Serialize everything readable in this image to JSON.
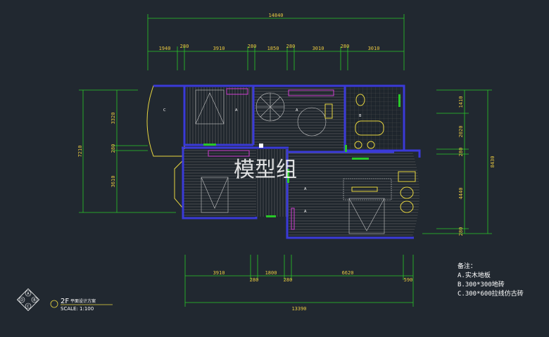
{
  "dimensions": {
    "top_total": "14840",
    "top_segments": [
      "1940",
      "280",
      "3910",
      "280",
      "1850",
      "280",
      "3010",
      "280",
      "3010"
    ],
    "left_total": "7210",
    "left_segments": [
      "3320",
      "280",
      "3610"
    ],
    "right_total": "8430",
    "right_segments": [
      "1410",
      "2020",
      "280",
      "4440",
      "280"
    ],
    "bottom_total": "13390",
    "bottom_segments": [
      "3910",
      "280",
      "1800",
      "280",
      "6620",
      "590"
    ]
  },
  "room_labels": {
    "balcony": "C",
    "bedroom_left_top": "A",
    "stair": "A",
    "bath": "B",
    "corridor": "A",
    "master": "A",
    "walkin": "A"
  },
  "watermark": "模型组",
  "notes": {
    "heading": "备注：",
    "items": [
      "A.实木地板",
      "B.300*300地砖",
      "C.300*600拉线仿古砖"
    ]
  },
  "title_block": {
    "floor": "2F",
    "name": "平面设计方案",
    "scale": "SCALE:  1:100",
    "logo_letters": [
      "A",
      "D",
      "B",
      "C"
    ]
  },
  "colors": {
    "background": "#212830",
    "dimension_line": "#28c828",
    "dimension_text": "#e8c840",
    "wall": "#3a3ad8",
    "furniture": "#e8d640"
  }
}
